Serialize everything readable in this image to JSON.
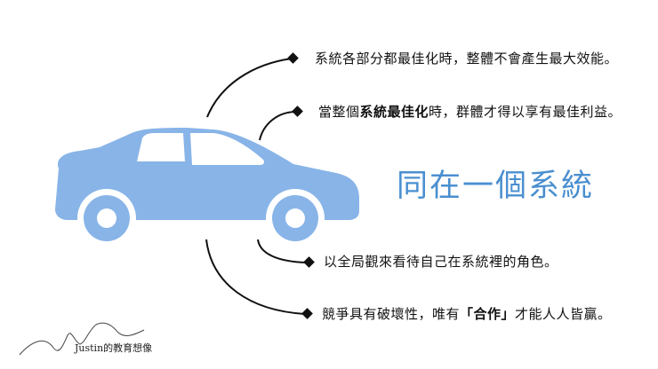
{
  "headline": "同在一個系統",
  "points": [
    {
      "text": "系統各部分都最佳化時，整體不會產生最大效能。"
    },
    {
      "before": "當整個",
      "strong": "系統最佳化",
      "after": "時，群體才得以享有最佳利益。"
    },
    {
      "text": "以全局觀來看待自己在系統裡的角色。"
    },
    {
      "before": "競爭具有破壞性，唯有",
      "quote": "「合作」",
      "after": "才能人人皆贏。"
    }
  ],
  "signature": "Justin的教育想像",
  "colors": {
    "car_body": "#88b4e8",
    "car_window": "#ffffff",
    "wheel": "#88b4e8",
    "headline": "#4a8fd0",
    "line": "#111111"
  },
  "icons": {
    "car": "car-illustration",
    "bullet": "diamond-bullet-icon"
  }
}
